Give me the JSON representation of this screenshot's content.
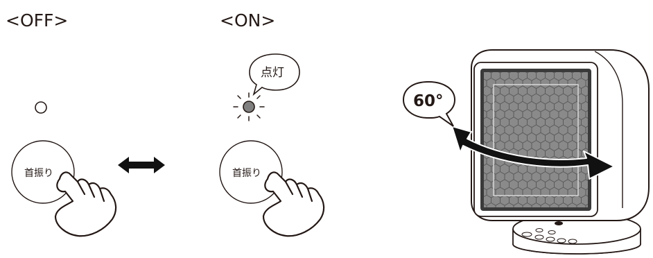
{
  "states": {
    "off": {
      "label": "<OFF>"
    },
    "on": {
      "label": "<ON>"
    }
  },
  "indicator": {
    "off_fill": "#ffffff",
    "on_fill": "#808080",
    "on_caption": "点灯"
  },
  "button": {
    "label": "首振り"
  },
  "swing": {
    "angle_label": "60°"
  },
  "colors": {
    "ink": "#231815",
    "grille": "#8a8a8a",
    "frame": "#3a3a3a",
    "arrow": "#111111",
    "body": "#ffffff"
  }
}
